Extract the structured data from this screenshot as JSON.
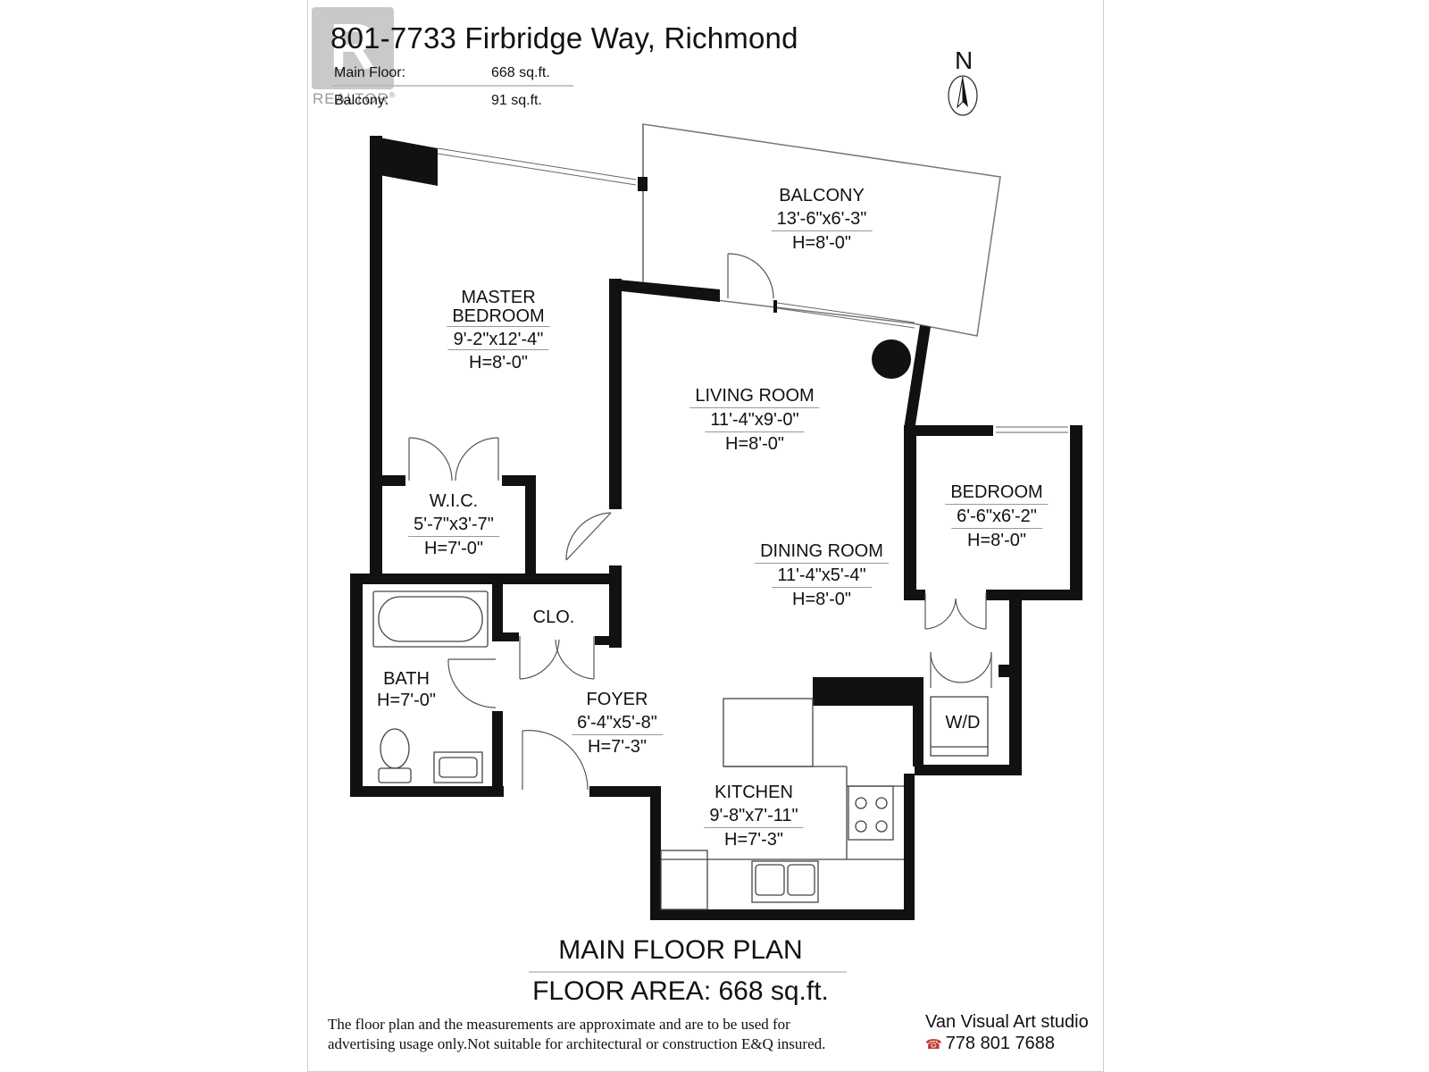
{
  "header": {
    "address": "801-7733 Firbridge Way, Richmond",
    "main_floor_label": "Main Floor:",
    "main_floor_value": "668 sq.ft.",
    "balcony_label": "Balcony:",
    "balcony_value": "91 sq.ft."
  },
  "logo": {
    "letter": "R",
    "text": "REALTOR",
    "mark": "®"
  },
  "compass": {
    "label": "N"
  },
  "rooms": {
    "balcony": {
      "name": "BALCONY",
      "dims": "13'-6\"x6'-3\"",
      "height": "H=8'-0\""
    },
    "master": {
      "name1": "MASTER",
      "name2": "BEDROOM",
      "dims": "9'-2\"x12'-4\"",
      "height": "H=8'-0\""
    },
    "living": {
      "name": "LIVING ROOM",
      "dims": "11'-4\"x9'-0\"",
      "height": "H=8'-0\""
    },
    "bedroom": {
      "name": "BEDROOM",
      "dims": "6'-6\"x6'-2\"",
      "height": "H=8'-0\""
    },
    "wic": {
      "name": "W.I.C.",
      "dims": "5'-7\"x3'-7\"",
      "height": "H=7'-0\""
    },
    "dining": {
      "name": "DINING ROOM",
      "dims": "11'-4\"x5'-4\"",
      "height": "H=8'-0\""
    },
    "clo": {
      "name": "CLO."
    },
    "bath": {
      "name": "BATH",
      "height": "H=7'-0\""
    },
    "foyer": {
      "name": "FOYER",
      "dims": "6'-4\"x5'-8\"",
      "height": "H=7'-3\""
    },
    "wd": {
      "name": "W/D"
    },
    "kitchen": {
      "name": "KITCHEN",
      "dims": "9'-8\"x7'-11\"",
      "height": "H=7'-3\""
    }
  },
  "footer": {
    "plan_title": "MAIN FLOOR PLAN",
    "floor_area": "FLOOR AREA: 668 sq.ft.",
    "disclaimer_1": "The floor plan and the measurements are approximate and are to be used for",
    "disclaimer_2": "advertising usage only.Not suitable for architectural or construction E&Q insured.",
    "studio": "Van Visual Art studio",
    "phone": "778 801 7688"
  },
  "icons": [
    "north-arrow-icon",
    "phone-icon",
    "realtor-logo-icon",
    "bathtub-icon",
    "toilet-icon",
    "sink-icon",
    "stove-icon",
    "kitchen-sink-icon",
    "washer-dryer-icon"
  ]
}
